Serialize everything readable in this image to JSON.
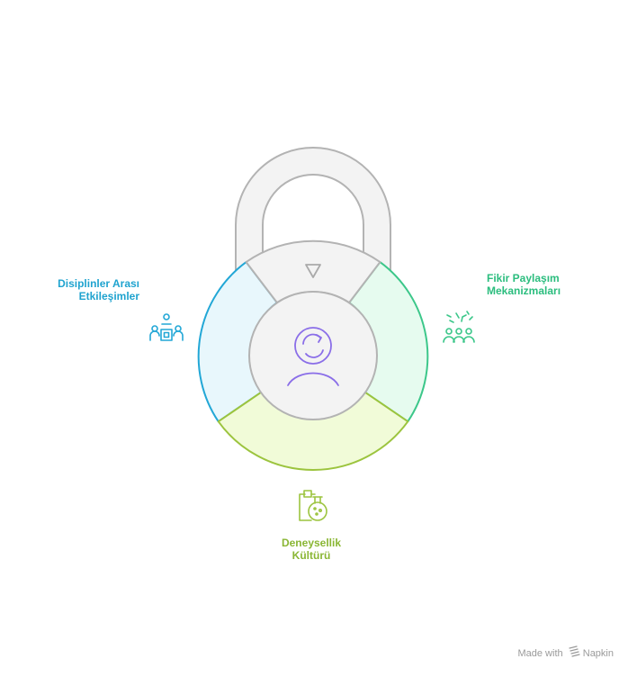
{
  "segments": {
    "left": {
      "line1": "Disiplinler Arası",
      "line2": "Etkileşimler"
    },
    "right": {
      "line1": "Fikir Paylaşım",
      "line2": "Mekanizmaları"
    },
    "bottom": {
      "line1": "Deneysellik",
      "line2": "Kültürü"
    }
  },
  "colors": {
    "left_stroke": "#22a7d6",
    "left_fill": "#e8f7fc",
    "right_stroke": "#3cc78a",
    "right_fill": "#e6fbef",
    "bottom_stroke": "#9cc43e",
    "bottom_fill": "#f1fbd8",
    "lock_stroke": "#b3b3b3",
    "lock_fill": "#f3f3f3",
    "center_icon": "#8a6ee8"
  },
  "icons": {
    "left": "people-collaboration-icon",
    "right": "idea-sharing-group-icon",
    "bottom": "lab-flask-clipboard-icon",
    "top": "triangle-down-icon",
    "center": "mind-refresh-icon"
  },
  "footer": {
    "text": "Made with",
    "brand": "Napkin"
  }
}
